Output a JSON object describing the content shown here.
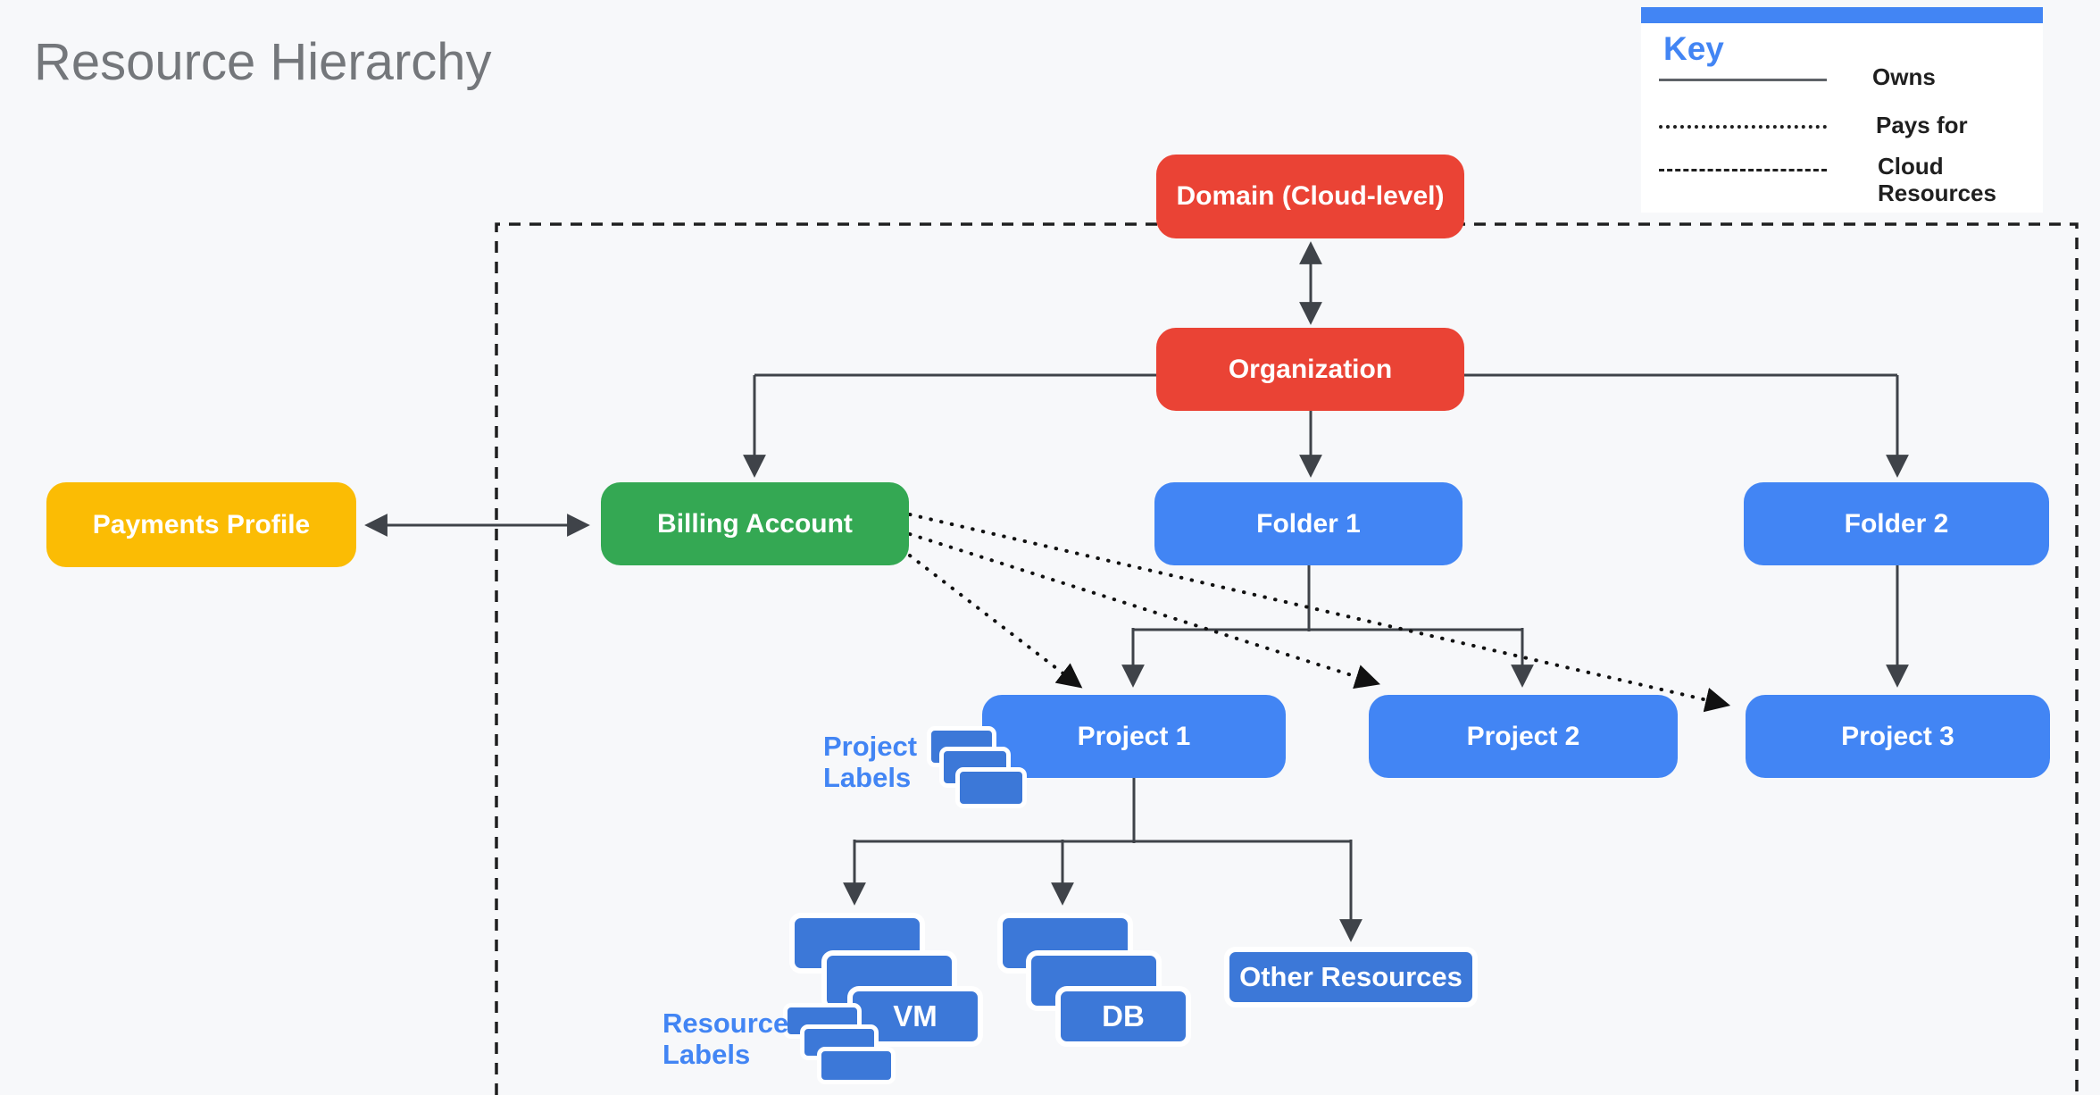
{
  "title": "Resource Hierarchy",
  "key": {
    "title": "Key",
    "items": [
      {
        "label": "Owns",
        "style": "solid"
      },
      {
        "label": "Pays for",
        "style": "dotted"
      },
      {
        "label": "Cloud Resources",
        "style": "dashed"
      }
    ]
  },
  "nodes": {
    "domain": {
      "label": "Domain (Cloud-level)",
      "color": "#EA4335"
    },
    "organization": {
      "label": "Organization",
      "color": "#EA4335"
    },
    "payments_profile": {
      "label": "Payments Profile",
      "color": "#FBBC04"
    },
    "billing_account": {
      "label": "Billing Account",
      "color": "#34A853"
    },
    "folder1": {
      "label": "Folder 1",
      "color": "#4285F4"
    },
    "folder2": {
      "label": "Folder 2",
      "color": "#4285F4"
    },
    "project1": {
      "label": "Project 1",
      "color": "#4285F4"
    },
    "project2": {
      "label": "Project 2",
      "color": "#4285F4"
    },
    "project3": {
      "label": "Project 3",
      "color": "#4285F4"
    },
    "vm": {
      "label": "VM",
      "color": "#3C78D8"
    },
    "db": {
      "label": "DB",
      "color": "#3C78D8"
    },
    "other_resources": {
      "label": "Other Resources",
      "color": "#3C78D8"
    }
  },
  "annotations": {
    "project_labels": {
      "line1": "Project",
      "line2": "Labels"
    },
    "resource_labels": {
      "line1": "Resource",
      "line2": "Labels"
    }
  },
  "colors": {
    "background": "#F7F8FA",
    "accent_blue": "#4285F4",
    "resource_blue": "#3C78D8",
    "connector_gray": "#3F4349",
    "boundary_black": "#1F1F1F",
    "title_gray": "#74777B",
    "legend_bg": "#FFFFFF"
  }
}
